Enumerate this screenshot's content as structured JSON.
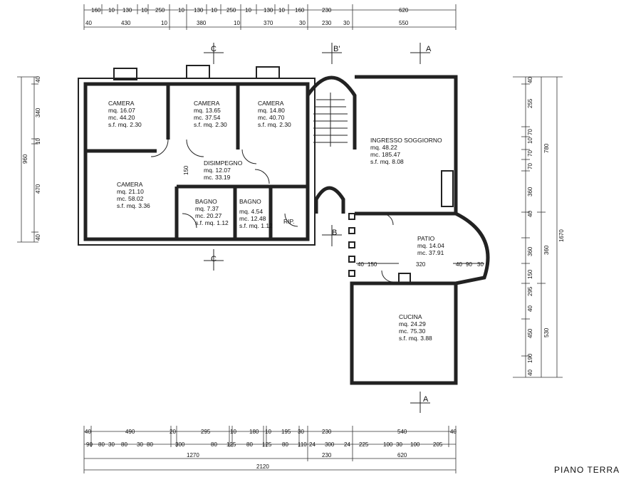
{
  "title": "PIANO TERRA",
  "rooms": [
    {
      "name": "CAMERA",
      "l1": "mq. 16.07",
      "l2": "mc. 44.20",
      "l3": "s.f. mq. 2.30"
    },
    {
      "name": "CAMERA",
      "l1": "mq. 13.65",
      "l2": "mc. 37.54",
      "l3": "s.f. mq. 2.30"
    },
    {
      "name": "CAMERA",
      "l1": "mq. 14.80",
      "l2": "mc. 40.70",
      "l3": "s.f. mq. 2.30"
    },
    {
      "name": "INGRESSO SOGGIORNO",
      "l1": "mq. 48.22",
      "l2": "mc. 185.47",
      "l3": "s.f. mq. 8.08"
    },
    {
      "name": "CAMERA",
      "l1": "mq. 21.10",
      "l2": "mc. 58.02",
      "l3": "s.f. mq. 3.36"
    },
    {
      "name": "DISIMPEGNO",
      "l1": "mq. 12.07",
      "l2": "mc. 33.19",
      "l3": ""
    },
    {
      "name": "BAGNO",
      "l1": "mq. 7.37",
      "l2": "mc. 20.27",
      "l3": "s.f. mq. 1.12"
    },
    {
      "name": "BAGNO",
      "l1": "mq. 4.54",
      "l2": "mc. 12.48",
      "l3": "s.f. mq. 1.12"
    },
    {
      "name": "RIP.",
      "l1": "",
      "l2": "",
      "l3": ""
    },
    {
      "name": "PATIO",
      "l1": "mq. 14.04",
      "l2": "mc. 37.91",
      "l3": ""
    },
    {
      "name": "CUCINA",
      "l1": "mq. 24.29",
      "l2": "mc. 75.30",
      "l3": "s.f. mq. 3.88"
    }
  ],
  "sections": [
    "C",
    "C",
    "B'",
    "B",
    "A",
    "A"
  ],
  "dims_top_row1": [
    "160",
    "10",
    "130",
    "10",
    "250",
    "10",
    "130",
    "10",
    "250",
    "10",
    "130",
    "10",
    "160",
    "230",
    "620"
  ],
  "dims_top_row2": [
    "40",
    "430",
    "10",
    "380",
    "10",
    "370",
    "30",
    "230",
    "30",
    "550"
  ],
  "dims_bottom_row1": [
    "40",
    "490",
    "20",
    "295",
    "10",
    "180",
    "10",
    "195",
    "30",
    "230",
    "540",
    "40"
  ],
  "dims_bottom_row2": [
    "90",
    "80",
    "30",
    "80",
    "30",
    "80",
    "300",
    "80",
    "125",
    "80",
    "125",
    "80",
    "110",
    "24",
    "300",
    "24",
    "225",
    "100",
    "30",
    "100",
    "205"
  ],
  "dims_bottom_row3": [
    "1270",
    "230",
    "620"
  ],
  "dims_bottom_row4": [
    "2120"
  ],
  "dims_left": [
    "40",
    "340",
    "10",
    "470",
    "40",
    "960"
  ],
  "dims_right_a": [
    "40",
    "255",
    "70",
    "10",
    "70",
    "70",
    "360",
    "40",
    "360",
    "150",
    "295",
    "40",
    "450",
    "190",
    "40"
  ],
  "dims_right_b": [
    "780",
    "360",
    "530"
  ],
  "dims_right_c": [
    "1670"
  ],
  "dims_inner": [
    "150",
    "40",
    "150",
    "320",
    "40",
    "90",
    "30"
  ]
}
